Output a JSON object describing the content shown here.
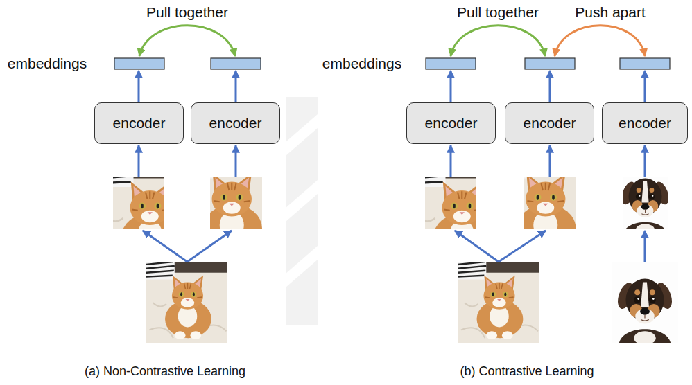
{
  "diagram": {
    "nodes": [
      {
        "text": [
          "encoder"
        ]
      },
      {
        "text": [
          "encoder"
        ]
      },
      {
        "text": [
          "encoder"
        ]
      },
      {
        "text": [
          "encoder"
        ]
      },
      {
        "text": [
          "encoder"
        ]
      }
    ],
    "labels": [
      "Pull together",
      "Pull together",
      "Push apart",
      "embeddings",
      "embeddings",
      "(a) Non-Contrastive Learning",
      "(b) Contrastive Learning"
    ]
  }
}
